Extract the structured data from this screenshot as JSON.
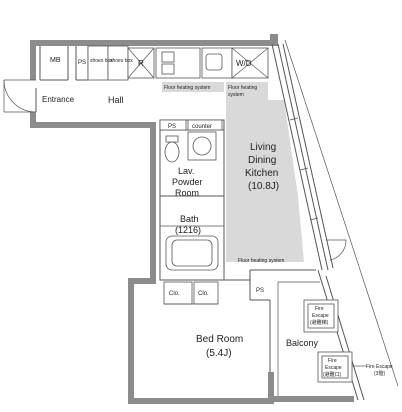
{
  "rooms": {
    "entrance": "Entrance",
    "hall": "Hall",
    "ldk_line1": "Living",
    "ldk_line2": "Dining",
    "ldk_line3": "Kitchen",
    "ldk_size": "(10.8J)",
    "lav_line1": "Lav.",
    "lav_line2": "Powder",
    "lav_line3": "Room",
    "bath": "Bath",
    "bath_size": "(1216)",
    "bedroom": "Bed Room",
    "bedroom_size": "(5.4J)",
    "balcony": "Balcony"
  },
  "fixtures": {
    "mb": "MB",
    "ps_top": "PS",
    "shoes_box_1": "shoes box",
    "shoes_box_2": "shoes box",
    "refrigerator": "R",
    "wd": "W/D",
    "ps_lav": "PS",
    "counter": "counter",
    "closet_1": "Clo.",
    "closet_2": "Clo.",
    "ps_bed": "PS"
  },
  "floor_heating": {
    "kitchen_left": "Floor heating system",
    "kitchen_right_line1": "Floor heating",
    "kitchen_right_line2": "system",
    "living": "Floor heating system"
  },
  "fire_escape": {
    "balcony_upper_line1": "Fire",
    "balcony_upper_line2": "Escape",
    "balcony_upper_line3": "(避難梯)",
    "balcony_lower_line1": "Fire",
    "balcony_lower_line2": "Escape",
    "balcony_lower_line3": "(避難口)",
    "outside_line1": "Fire Escape",
    "outside_line2": "(3階)"
  },
  "colors": {
    "wall": "#8c8c8c",
    "floor_heating": "#d9d9d9",
    "line": "#555555"
  }
}
